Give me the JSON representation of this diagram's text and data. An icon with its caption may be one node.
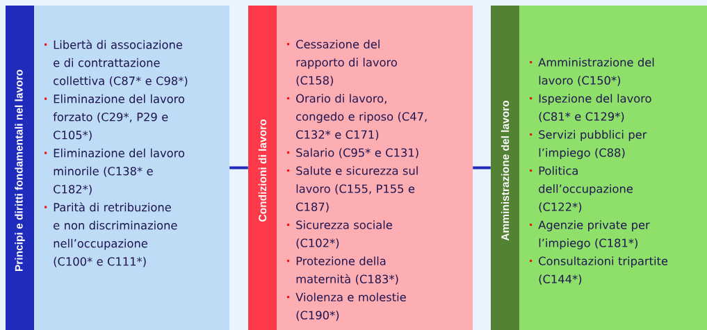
{
  "diagram": {
    "nodes": [
      {
        "text": [
          "Principi e diritti fondamentali nel lavoro",
          "Libertà di associazione e di contrattazione collettiva (C87* e C98*)",
          "Eliminazione del lavoro forzato (C29*, P29 e C105*)",
          "Eliminazione del lavoro minorile (C138* e C182*)",
          "Parità di retribuzione e non discriminazione nell’occupazione (C100* e C111*)"
        ]
      },
      {
        "text": [
          "Condizioni di lavoro",
          "Cessazione del rapporto di lavoro (C158)",
          "Orario di lavoro, congedo e riposo (C47, C132* e C171)",
          "Salario (C95* e C131)",
          "Salute e sicurezza sul lavoro (C155, P155 e C187)",
          "Sicurezza sociale (C102*)",
          "Protezione della maternità (C183*)",
          "Violenza e molestie (C190*)"
        ]
      },
      {
        "text": [
          "Amministrazione del lavoro",
          "Amministrazione del lavoro (C150*)",
          "Ispezione del lavoro (C81* e C129*)",
          "Servizi pubblici per l’impiego (C88)",
          "Politica dell’occupazione (C122*)",
          "Agenzie private per l’impiego (C181*)",
          "Consultazioni tripartite (C144*)"
        ]
      }
    ],
    "edges": [
      {
        "from": 0,
        "to": 1,
        "arrow": "none"
      },
      {
        "from": 1,
        "to": 2,
        "arrow": "none"
      }
    ]
  }
}
